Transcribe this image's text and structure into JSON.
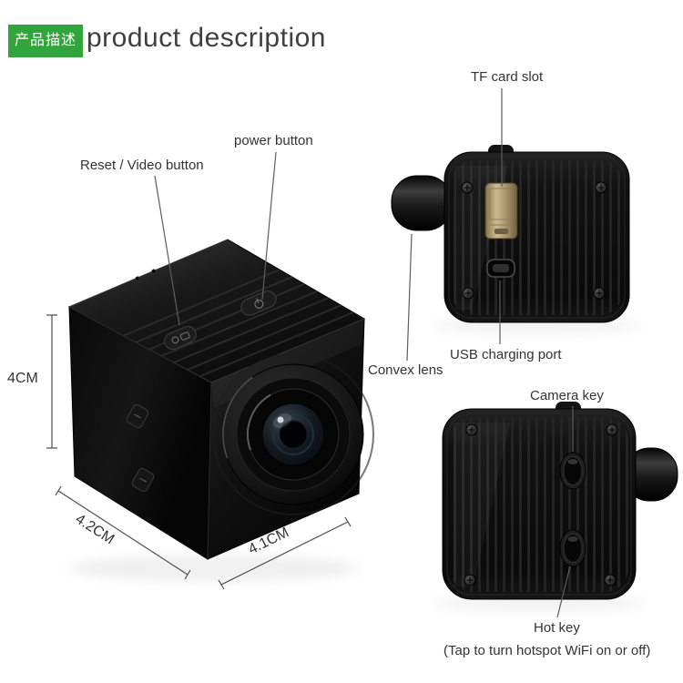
{
  "header": {
    "badge_text": "产品描述",
    "title": "product description"
  },
  "callouts": {
    "tf_card_slot": "TF card slot",
    "power_button": "power button",
    "reset_video_button": "Reset / Video button",
    "convex_lens": "Convex lens",
    "usb_charging_port": "USB charging port",
    "camera_key": "Camera key",
    "hot_key": "Hot key",
    "hot_key_note": "(Tap to turn hotspot WiFi on or off)"
  },
  "dimensions": {
    "height": "4CM",
    "front_width": "4.2CM",
    "side_width": "4.1CM"
  },
  "colors": {
    "badge_green": "#2fa53c",
    "label_text": "#333333",
    "leader_line": "#5d5d5d",
    "camera_body": "#0d0d0d",
    "tf_slot_metal": "#b49f78"
  }
}
